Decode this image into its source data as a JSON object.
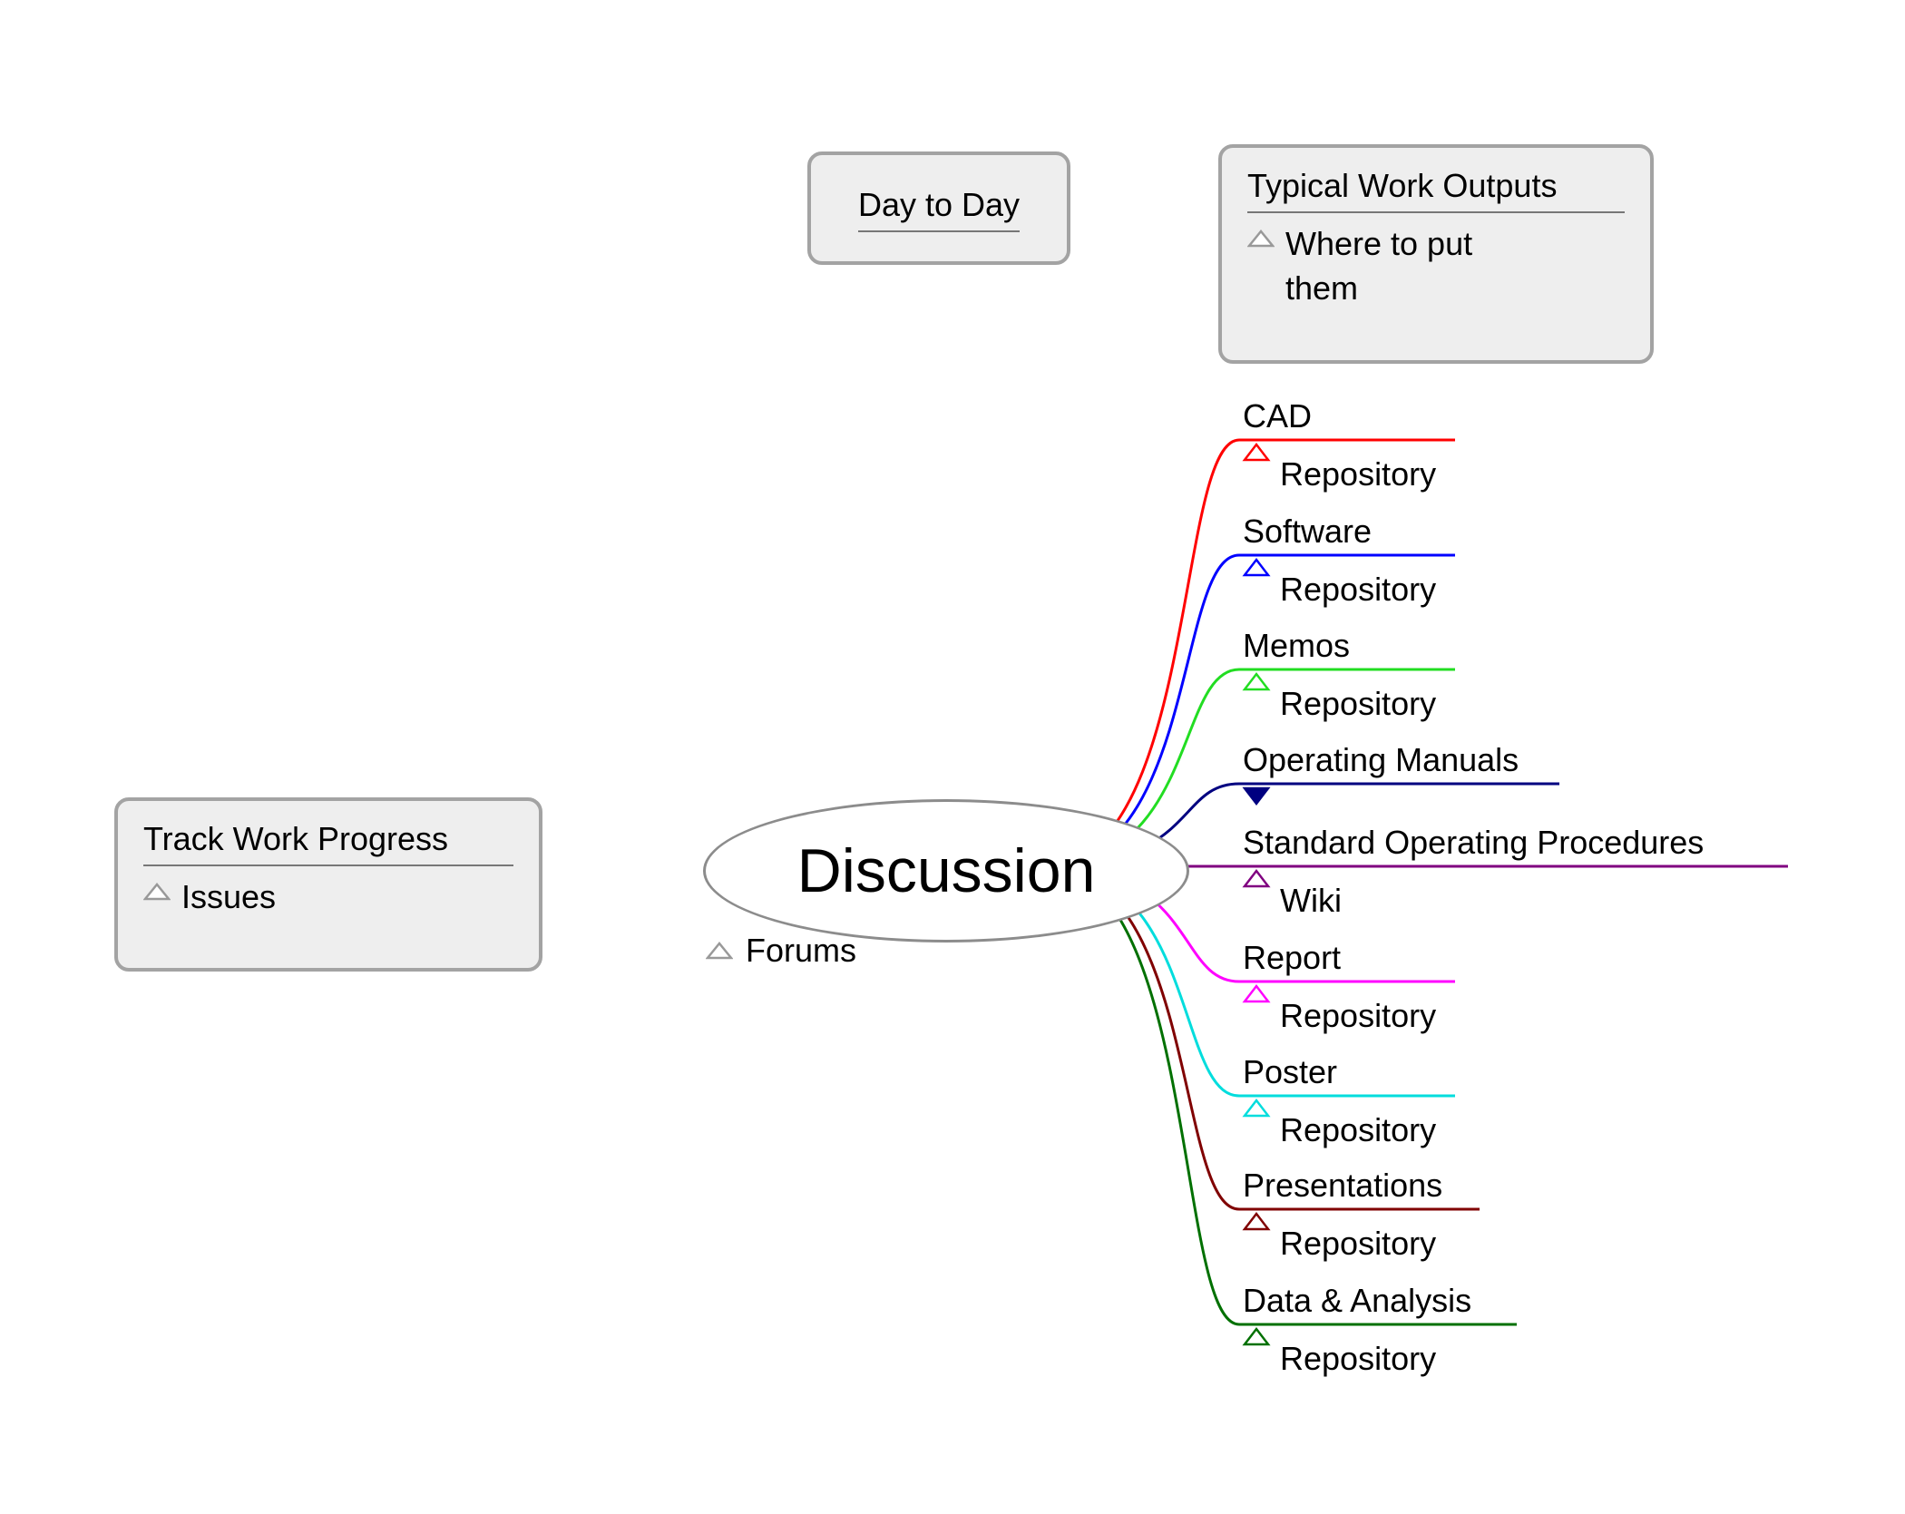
{
  "center": {
    "label": "Discussion"
  },
  "floating": {
    "day_to_day": {
      "label": "Day to Day"
    },
    "typical_work_outputs": {
      "title": "Typical Work Outputs",
      "child": "Where to put them"
    },
    "track_work_progress": {
      "title": "Track Work Progress",
      "child": "Issues"
    },
    "forums": {
      "label": "Forums"
    }
  },
  "branches": [
    {
      "label": "CAD",
      "child": "Repository",
      "color": "#ff0000",
      "collapsed": false
    },
    {
      "label": "Software",
      "child": "Repository",
      "color": "#0000ff",
      "collapsed": false
    },
    {
      "label": "Memos",
      "child": "Repository",
      "color": "#22dd22",
      "collapsed": false
    },
    {
      "label": "Operating Manuals",
      "child": "",
      "color": "#000080",
      "collapsed": true
    },
    {
      "label": "Standard Operating Procedures",
      "child": "Wiki",
      "color": "#800080",
      "collapsed": false
    },
    {
      "label": "Report",
      "child": "Repository",
      "color": "#ff00ff",
      "collapsed": false
    },
    {
      "label": "Poster",
      "child": "Repository",
      "color": "#00dddd",
      "collapsed": false
    },
    {
      "label": "Presentations",
      "child": "Repository",
      "color": "#800000",
      "collapsed": false
    },
    {
      "label": "Data & Analysis",
      "child": "Repository",
      "color": "#007000",
      "collapsed": false
    }
  ],
  "colors": {
    "box_fill": "#eeeeee",
    "box_border": "#a3a3a3",
    "gray_marker": "#999999",
    "ellipse_border": "#8c8c8c",
    "text": "#000000"
  }
}
